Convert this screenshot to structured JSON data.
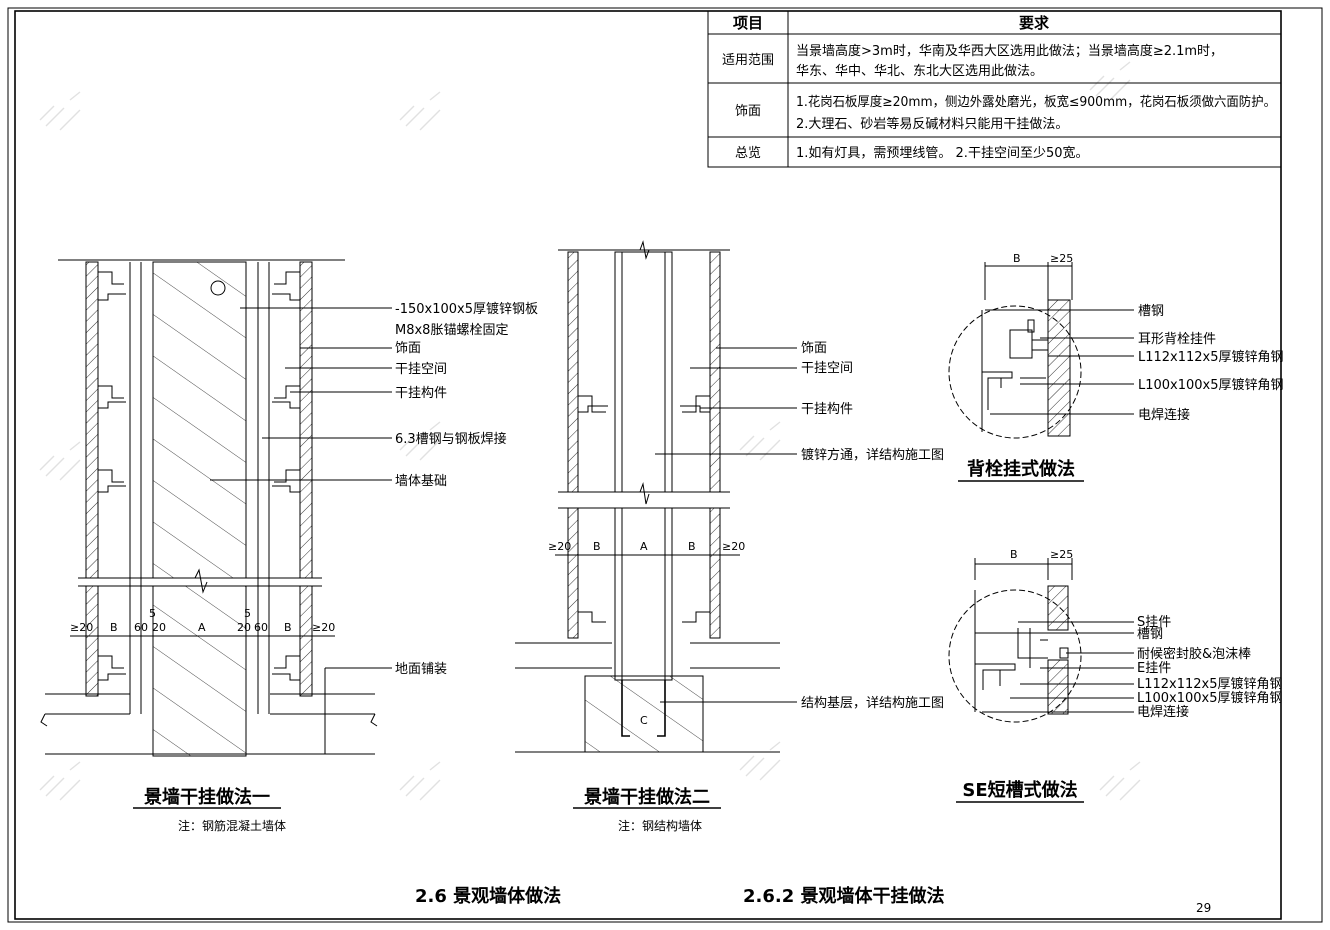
{
  "table": {
    "header": {
      "item": "项目",
      "requirement": "要求"
    },
    "rows": [
      {
        "item": "适用范围",
        "lines": [
          "当景墙高度>3m时，华南及华西大区选用此做法；当景墙高度≥2.1m时，",
          "华东、华中、华北、东北大区选用此做法。"
        ]
      },
      {
        "item": "饰面",
        "lines": [
          "1.花岗石板厚度≥20mm，侧边外露处磨光，板宽≤900mm，花岗石板须做六面防护。",
          "2.大理石、砂岩等易反碱材料只能用干挂做法。"
        ]
      },
      {
        "item": "总览",
        "lines": [
          "1.如有灯具，需预埋线管。   2.干挂空间至少50宽。"
        ]
      }
    ]
  },
  "detail1": {
    "title": "景墙干挂做法一",
    "note": "注：钢筋混凝土墙体",
    "labels": [
      "-150x100x5厚镀锌钢板",
      "M8x8胀锚螺栓固定",
      "饰面",
      "干挂空间",
      "干挂构件",
      "6.3槽钢与钢板焊接",
      "墙体基础",
      "地面铺装"
    ],
    "dims": [
      "≥20",
      "B",
      "60",
      "20",
      "A",
      "20",
      "60",
      "B",
      "≥20",
      "5",
      "5"
    ]
  },
  "detail2": {
    "title": "景墙干挂做法二",
    "note": "注：钢结构墙体",
    "labels": [
      "饰面",
      "干挂空间",
      "干挂构件",
      "镀锌方通，详结构施工图",
      "结构基层，详结构施工图"
    ],
    "dims": [
      "≥20",
      "B",
      "A",
      "B",
      "≥20",
      "C"
    ]
  },
  "detail3": {
    "title": "背栓挂式做法",
    "dims": [
      "B",
      "≥25"
    ],
    "labels": [
      "槽钢",
      "耳形背栓挂件",
      "L112x112x5厚镀锌角钢",
      "L100x100x5厚镀锌角钢",
      "电焊连接"
    ]
  },
  "detail4": {
    "title": "SE短槽式做法",
    "dims": [
      "B",
      "≥25"
    ],
    "labels": [
      "S挂件",
      "槽钢",
      "耐候密封胶&泡沫棒",
      "E挂件",
      "L112x112x5厚镀锌角钢",
      "L100x100x5厚镀锌角钢",
      "电焊连接"
    ]
  },
  "footer": {
    "section": "2.6 景观墙体做法",
    "subsection": "2.6.2 景观墙体干挂做法",
    "page": "29"
  }
}
